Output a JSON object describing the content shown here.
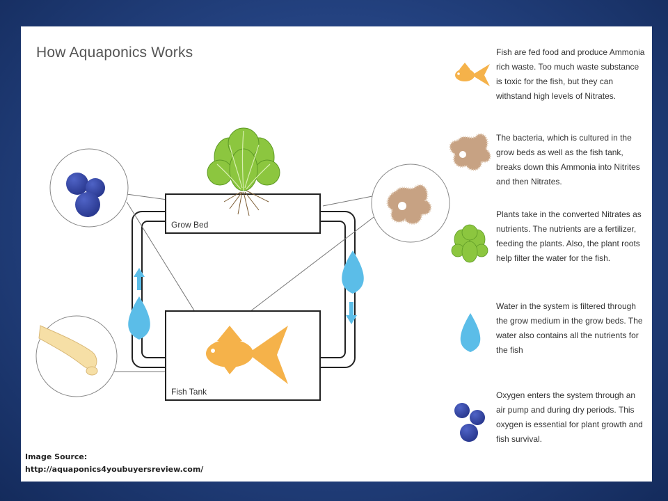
{
  "title": "How Aquaponics Works",
  "labels": {
    "grow_bed": "Grow Bed",
    "fish_tank": "Fish Tank"
  },
  "legend": [
    {
      "icon": "fish-icon",
      "text": "Fish are fed food and produce Ammonia rich waste.  Too much waste substance is toxic for the fish, but they can withstand high levels of Nitrates."
    },
    {
      "icon": "bacteria-icon",
      "text": "The bacteria, which is cultured in the grow beds as well as the fish tank, breaks down this Ammonia into Nitrites and then Nitrates."
    },
    {
      "icon": "plant-icon",
      "text": "Plants take in the converted Nitrates as nutrients.  The nutrients are a fertilizer, feeding the plants.  Also, the plant roots help filter the water for the fish."
    },
    {
      "icon": "water-drop-icon",
      "text": "Water in the system is filtered through the grow medium in the grow beds. The water also contains all the nutrients for the fish"
    },
    {
      "icon": "oxygen-bubbles-icon",
      "text": "Oxygen enters the system through an air pump and during dry periods. This oxygen is essential for plant growth and fish survival."
    }
  ],
  "source": {
    "label": "Image Source:",
    "url": "http://aquaponics4youbuyersreview.com/"
  },
  "colors": {
    "background": "#23417f",
    "fish": "#f5b24a",
    "bacteria": "#c7a283",
    "plant": "#8cc63f",
    "water": "#5bbde8",
    "oxygen": "#2f3f9c"
  }
}
